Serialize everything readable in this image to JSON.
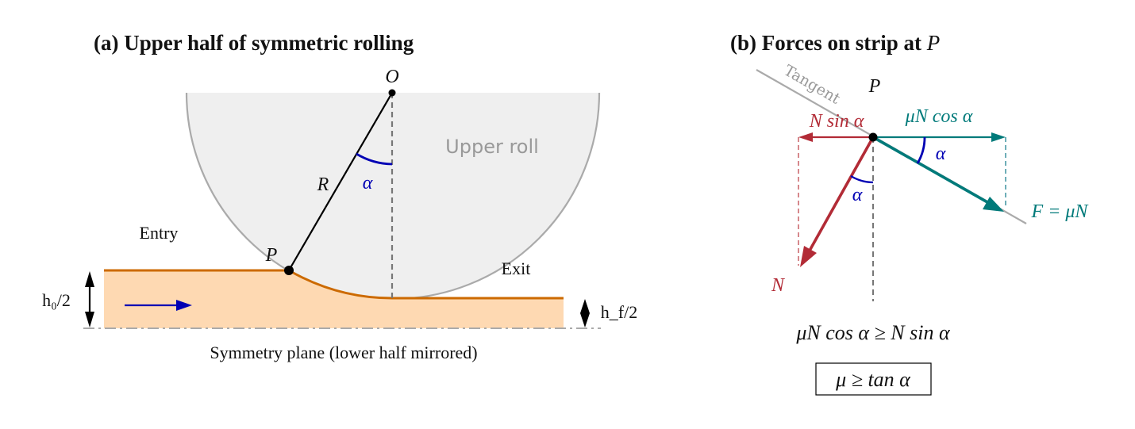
{
  "panel_a": {
    "title": "(a) Upper half of symmetric rolling",
    "roll_center_label": "O",
    "radius_label": "R",
    "angle_label": "α",
    "contact_point_label": "P",
    "roll_label": "Upper roll",
    "entry_label": "Entry",
    "exit_label": "Exit",
    "entry_thickness_label": "h₀/2",
    "exit_thickness_label": "h_f/2",
    "symmetry_label": "Symmetry plane (lower half mirrored)"
  },
  "panel_b": {
    "title_prefix": "(b) Forces on strip at ",
    "title_point": "P",
    "tangent_label": "Tangent",
    "point_label": "P",
    "n_sin_label": "N sin α",
    "mu_n_cos_label": "μN cos α",
    "angle_label_1": "α",
    "angle_label_2": "α",
    "normal_force_label": "N",
    "friction_force_label": "F = μN",
    "inequality": "μN cos α ≥ N sin α",
    "condition": "μ ≥ tan α"
  },
  "colors": {
    "roll_fill": "#efefef",
    "roll_stroke": "#aaaaaa",
    "strip_fill": "#fed9b2",
    "strip_edge": "#cc6a00",
    "angle_blue": "#0000b4",
    "normal_red": "#b22b36",
    "friction_teal": "#007a7a",
    "tangent_gray": "#aaaaaa",
    "dashed_gray": "#777777"
  }
}
